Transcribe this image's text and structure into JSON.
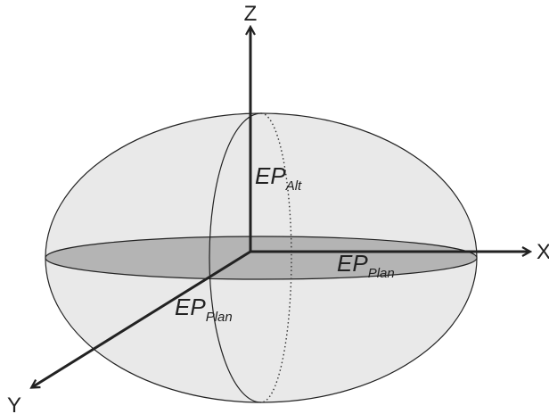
{
  "axes": {
    "z_label": "Z",
    "x_label": "X",
    "y_label": "Y"
  },
  "labels": {
    "ep_alt": {
      "main": "EP",
      "sub": "Alt"
    },
    "ep_plan_right": {
      "main": "EP",
      "sub": "Plan"
    },
    "ep_plan_left": {
      "main": "EP",
      "sub": "Plan"
    }
  },
  "colors": {
    "ellipsoid_fill": "#e9e9e9",
    "plane_fill": "#b4b4b4",
    "stroke": "#222222"
  }
}
